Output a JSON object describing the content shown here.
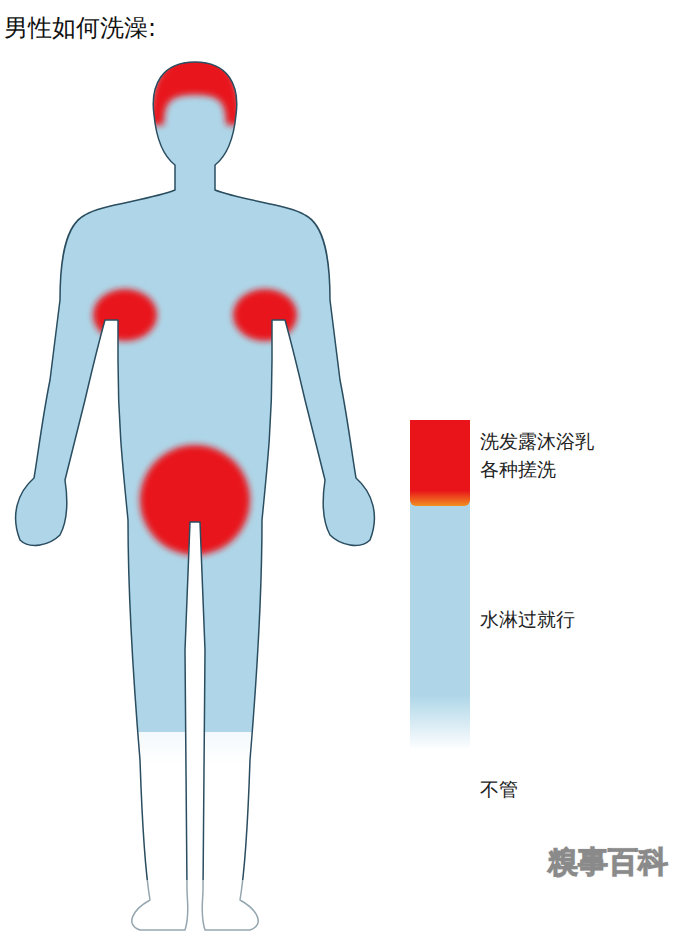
{
  "diagram": {
    "title": "男性如何洗澡:",
    "labels": [
      "糗事百科"
    ],
    "legend": [
      {
        "text": "洗发露沐浴乳 各种搓洗",
        "color": "#e8141a"
      },
      {
        "text": "水淋过就行",
        "color": "#aed6e8"
      },
      {
        "text": "不管",
        "color": "#ffffff"
      }
    ]
  }
}
